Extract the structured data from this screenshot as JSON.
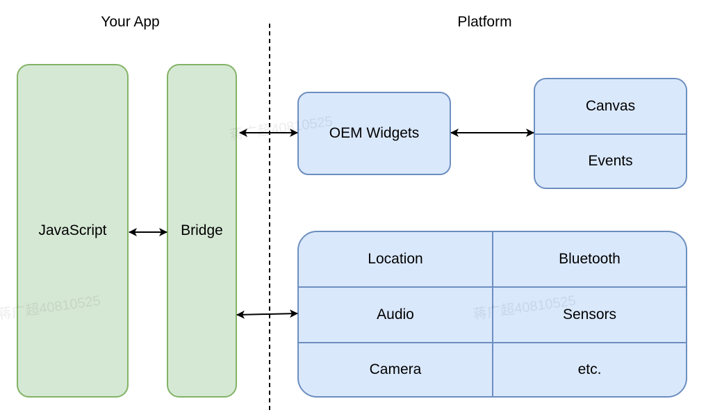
{
  "headings": {
    "your_app": "Your App",
    "platform": "Platform"
  },
  "your_app": {
    "javascript": "JavaScript",
    "bridge": "Bridge"
  },
  "platform": {
    "oem_widgets": "OEM Widgets",
    "canvas_events": {
      "canvas": "Canvas",
      "events": "Events"
    },
    "services": [
      [
        "Location",
        "Bluetooth"
      ],
      [
        "Audio",
        "Sensors"
      ],
      [
        "Camera",
        "etc."
      ]
    ]
  },
  "watermarks": [
    "蒋广超40810525",
    "蒋广超40810525",
    "蒋广超40810525"
  ],
  "colors": {
    "green_fill": "#d5e8d4",
    "green_stroke": "#82b366",
    "blue_fill": "#dae8fc",
    "blue_stroke": "#6c8ebf"
  }
}
